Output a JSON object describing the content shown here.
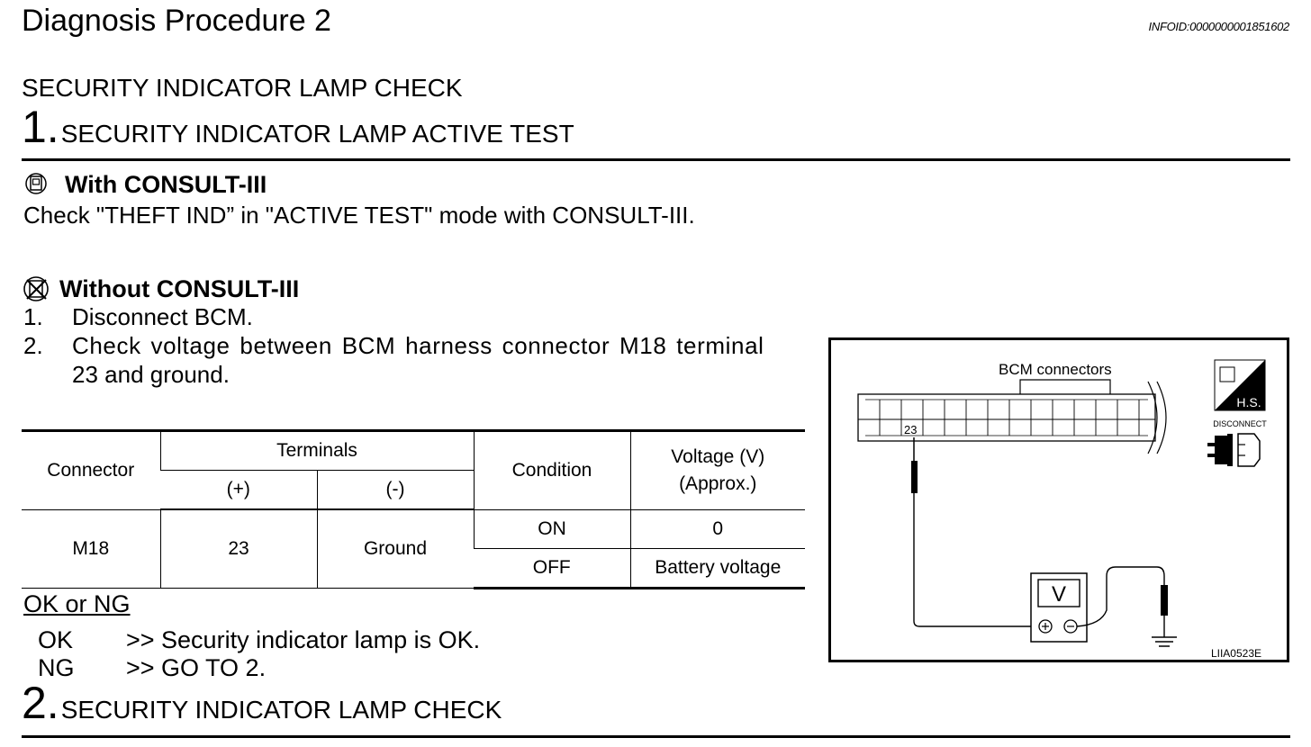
{
  "header": {
    "title": "Diagnosis Procedure 2",
    "info_id": "INFOID:0000000001851602"
  },
  "section_title": "SECURITY INDICATOR LAMP CHECK",
  "step1": {
    "number": "1.",
    "title": "SECURITY INDICATOR LAMP ACTIVE TEST",
    "with_consult": {
      "heading": "With CONSULT-III",
      "text": "Check \"THEFT IND” in \"ACTIVE TEST\" mode with CONSULT-III.",
      "icon": "consult-icon"
    },
    "without_consult": {
      "heading": "Without CONSULT-III",
      "icon": "no-consult-icon",
      "items": [
        {
          "num": "1.",
          "text": "Disconnect BCM."
        },
        {
          "num": "2.",
          "line1": "Check voltage between BCM harness connector M18 terminal",
          "line2": "23 and ground."
        }
      ]
    },
    "table": {
      "headers": {
        "connector": "Connector",
        "terminals": "Terminals",
        "plus": "(+)",
        "minus": "(-)",
        "condition": "Condition",
        "voltage_l1": "Voltage (V)",
        "voltage_l2": "(Approx.)"
      },
      "row": {
        "connector": "M18",
        "plus": "23",
        "minus": "Ground",
        "conditions": [
          {
            "condition": "ON",
            "voltage": "0"
          },
          {
            "condition": "OFF",
            "voltage": "Battery voltage"
          }
        ]
      }
    },
    "ok_ng": {
      "heading": "OK or NG",
      "results": [
        {
          "label": "OK",
          "text": ">> Security indicator lamp is OK."
        },
        {
          "label": "NG",
          "text": ">> GO TO 2."
        }
      ]
    },
    "figure": {
      "connectors_label": "BCM connectors",
      "terminal": "23",
      "meter_label": "V",
      "hs_label": "H.S.",
      "disconnect_label": "DISCONNECT",
      "figure_id": "LIIA0523E"
    }
  },
  "step2": {
    "number": "2.",
    "title": "SECURITY INDICATOR LAMP CHECK"
  }
}
